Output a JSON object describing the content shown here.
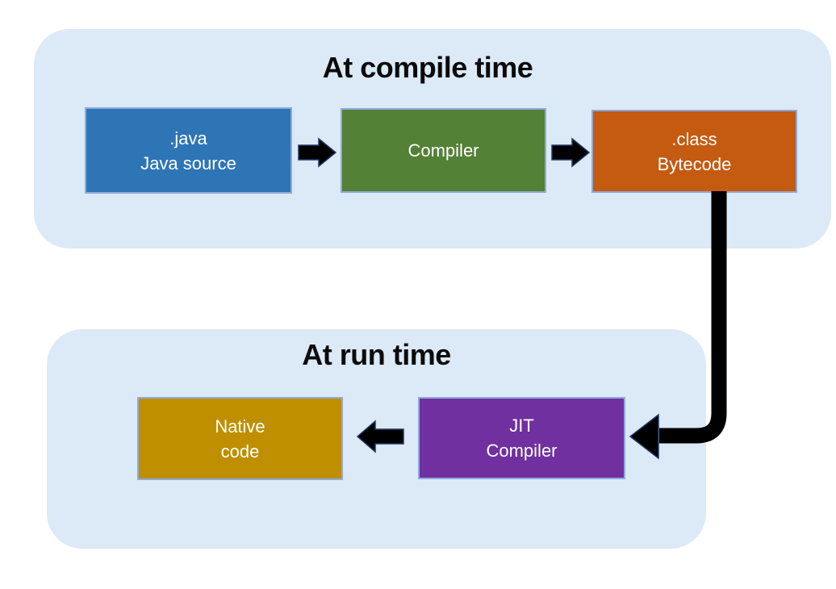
{
  "colors": {
    "canvas_bg": "#ffffff",
    "section_bg": "#dce9f6",
    "box_border": "#8eaadb",
    "title_text": "#0b0b0b",
    "box_text": "#ffffff",
    "arrow": "#000000",
    "arrow_outline": "#1f3864",
    "java_blue": "#2e75b6",
    "compiler_green": "#538135",
    "bytecode_orange": "#c55a11",
    "native_gold": "#bf8f00",
    "jit_purple": "#7030a0"
  },
  "compile_section": {
    "title": "At compile time",
    "boxes": [
      {
        "line1": ".java",
        "line2": "Java source"
      },
      {
        "line1": "Compiler"
      },
      {
        "line1": ".class",
        "line2": "Bytecode"
      }
    ]
  },
  "runtime_section": {
    "title": "At run time",
    "boxes": [
      {
        "line1": "Native",
        "line2": "code"
      },
      {
        "line1": "JIT",
        "line2": "Compiler"
      }
    ]
  },
  "arrows": [
    {
      "name": "java-to-compiler",
      "direction": "right"
    },
    {
      "name": "compiler-to-bytecode",
      "direction": "right"
    },
    {
      "name": "bytecode-to-jit",
      "direction": "elbow-down-left"
    },
    {
      "name": "jit-to-native",
      "direction": "left"
    }
  ]
}
